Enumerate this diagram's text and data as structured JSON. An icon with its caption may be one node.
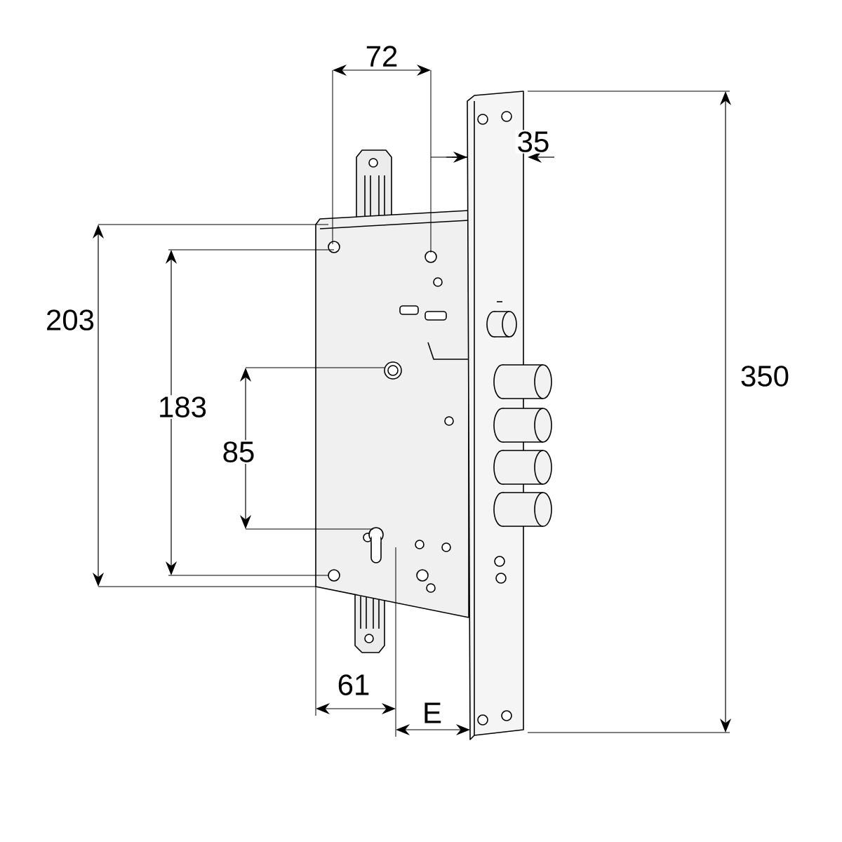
{
  "diagram": {
    "labels": [
      "72",
      "35",
      "203",
      "350",
      "183",
      "85",
      "61",
      "E"
    ]
  }
}
